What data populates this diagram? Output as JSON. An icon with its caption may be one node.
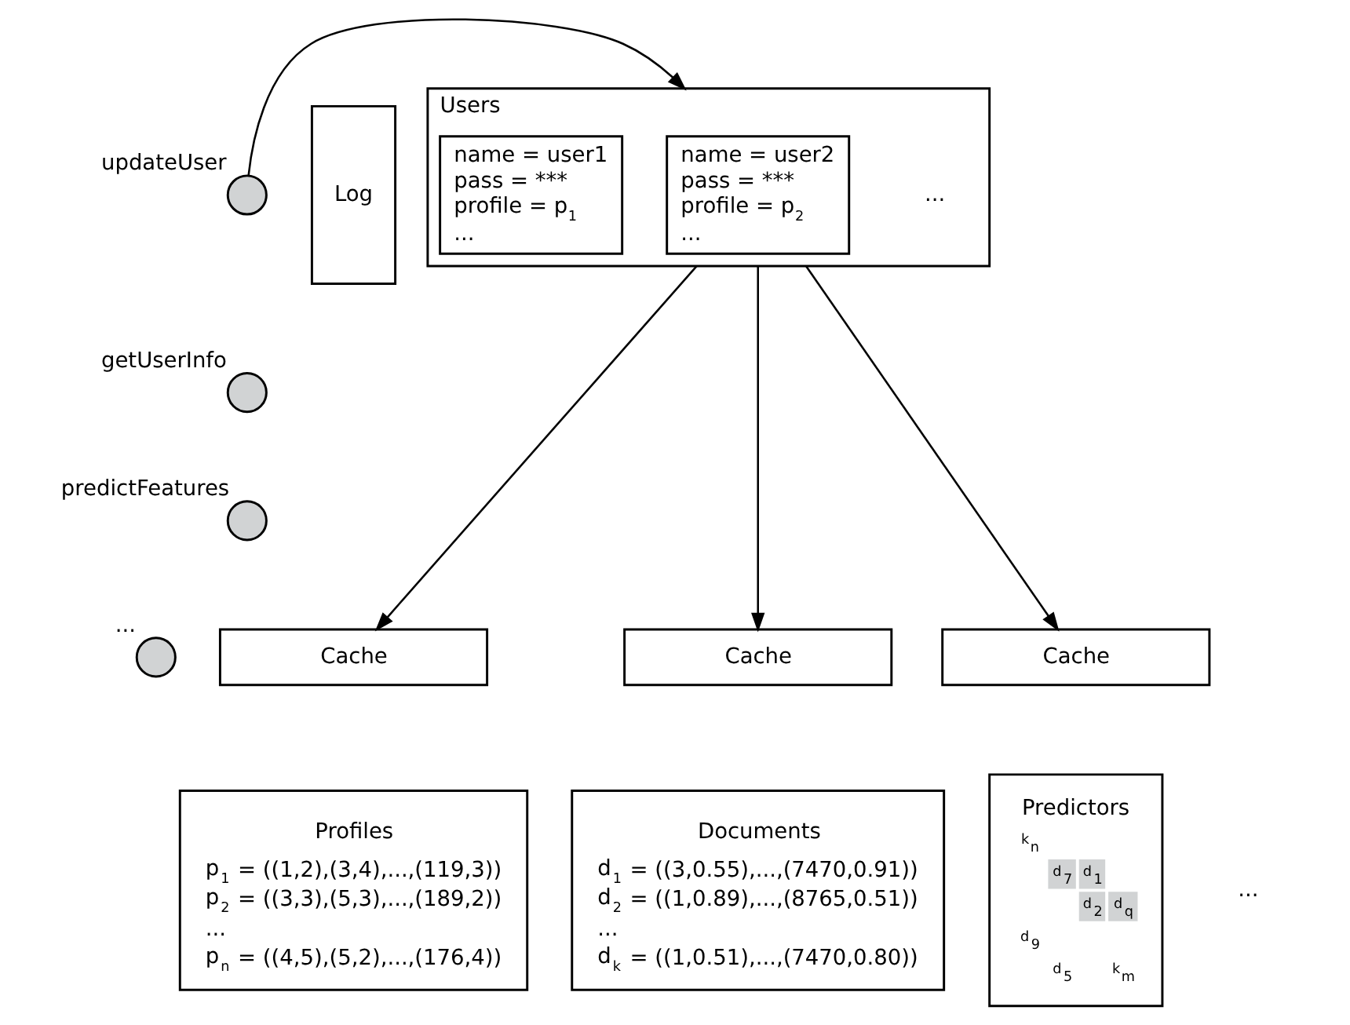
{
  "diagram": {
    "nodes": [
      {
        "text": [],
        "shape": "circle",
        "beside": [
          "updateUser"
        ]
      },
      {
        "text": [],
        "shape": "circle",
        "beside": [
          "getUserInfo"
        ]
      },
      {
        "text": [],
        "shape": "circle",
        "beside": [
          "predictFeatures"
        ]
      },
      {
        "text": [],
        "shape": "circle",
        "beside": [
          "..."
        ]
      },
      {
        "text": [
          "Log"
        ]
      },
      {
        "text": [
          "Users"
        ]
      },
      {
        "text": [
          "name = user1",
          "pass = ***",
          "profile = p$_{1}$",
          "..."
        ],
        "in": 5
      },
      {
        "text": [
          "name = user2",
          "pass = ***",
          "profile = p$_{2}$",
          "..."
        ],
        "in": 5
      },
      {
        "text": [
          "Cache"
        ]
      },
      {
        "text": [
          "Cache"
        ]
      },
      {
        "text": [
          "Cache"
        ]
      },
      {
        "text": [
          "Profiles",
          "p$_{1}$ = ((1,2),(3,4),...,(119,3))",
          "p$_{2}$ = ((3,3),(5,3),...,(189,2))",
          "...",
          "p$_{n}$ = ((4,5),(5,2),...,(176,4))"
        ]
      },
      {
        "text": [
          "Documents",
          "d$_{1}$ = ((3,0.55),...,(7470,0.91))",
          "d$_{2}$ = ((1,0.89),...,(8765,0.51))",
          "...",
          "d$_{k}$ = ((1,0.51),...,(7470,0.80))"
        ]
      },
      {
        "text": [
          "Predictors",
          "k$_{n}$",
          "d$_{7}$",
          "d$_{1}$",
          "d$_{2}$",
          "d$_{q}$",
          "d$_{9}$",
          "d$_{5}$",
          "k$_{m}$"
        ]
      }
    ],
    "edges": [
      {
        "from": 0,
        "to": 5,
        "arrow": "to"
      },
      {
        "from": 5,
        "to": 8,
        "arrow": "to"
      },
      {
        "from": 5,
        "to": 9,
        "arrow": "to"
      },
      {
        "from": 5,
        "to": 10,
        "arrow": "to"
      }
    ],
    "labels": [
      "...",
      "..."
    ]
  }
}
